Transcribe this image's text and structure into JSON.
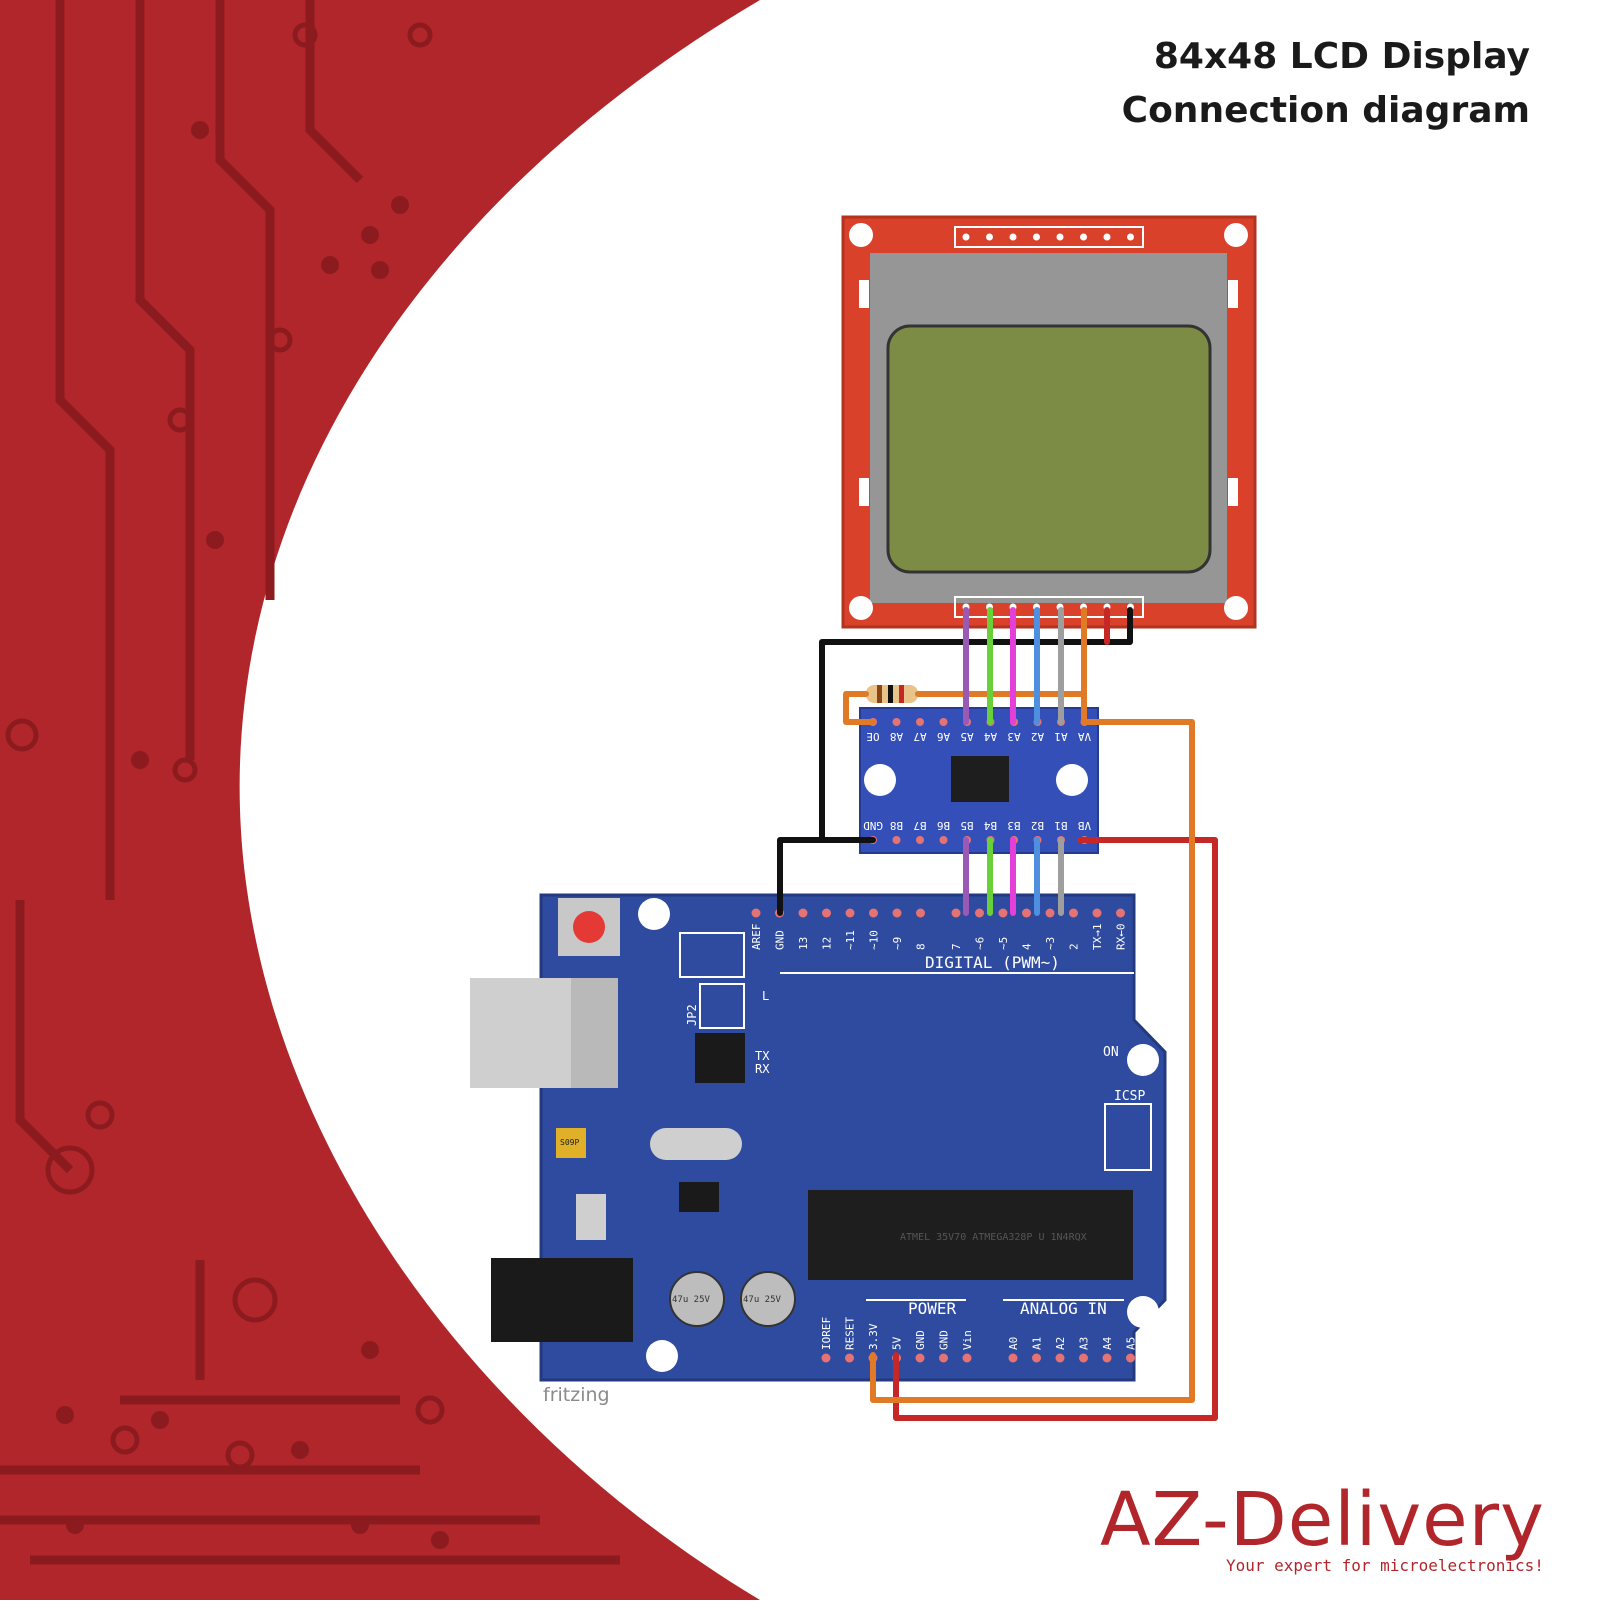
{
  "header": {
    "title_line1": "84x48 LCD Display",
    "title_line2": "Connection diagram"
  },
  "brand": {
    "logo": "AZ-Delivery",
    "tagline": "Your expert for microelectronics!",
    "tool": "fritzing"
  },
  "colors": {
    "background_red": "#b1262b",
    "pcb_trace": "#8c1b1f",
    "lcd_board": "#d9412a",
    "lcd_glass": "#7d8c45",
    "arduino_board": "#2e4ba0",
    "level_shifter": "#3450b8"
  },
  "lcd_module": {
    "header_pins": 8
  },
  "level_shifter": {
    "top_labels": [
      "OE",
      "A8",
      "A7",
      "A6",
      "A5",
      "A4",
      "A3",
      "A2",
      "A1",
      "VA"
    ],
    "bottom_labels": [
      "GND",
      "B8",
      "B7",
      "B6",
      "B5",
      "B4",
      "B3",
      "B2",
      "B1",
      "VB"
    ]
  },
  "arduino": {
    "digital_header_labels": [
      "AREF",
      "GND",
      "13",
      "12",
      "~11",
      "~10",
      "~9",
      "8",
      "7",
      "~6",
      "~5",
      "4",
      "~3",
      "2",
      "TX→1",
      "RX←0"
    ],
    "digital_label": "DIGITAL (PWM~)",
    "power_labels": [
      "IOREF",
      "RESET",
      "3.3V",
      "5V",
      "GND",
      "GND",
      "Vin"
    ],
    "analog_labels": [
      "A0",
      "A1",
      "A2",
      "A3",
      "A4",
      "A5"
    ],
    "power_section_label": "POWER",
    "analog_section_label": "ANALOG IN",
    "board_text": {
      "on": "ON",
      "icsp": "ICSP",
      "tx": "TX",
      "rx": "RX",
      "l": "L",
      "jp2": "JP2",
      "crystal": "S09P",
      "chip": "ATMEL 35V70 ATMEGA328P U 1N4RQX",
      "cap1": "47u 25V",
      "cap2": "47u 25V"
    }
  },
  "wires": [
    {
      "color": "#9b59b6"
    },
    {
      "color": "#6ad03a"
    },
    {
      "color": "#e43fd9"
    },
    {
      "color": "#4f8fe0"
    },
    {
      "color": "#9e9e9e"
    },
    {
      "color": "#e07a27"
    },
    {
      "color": "#c62828"
    },
    {
      "color": "#111111"
    }
  ]
}
